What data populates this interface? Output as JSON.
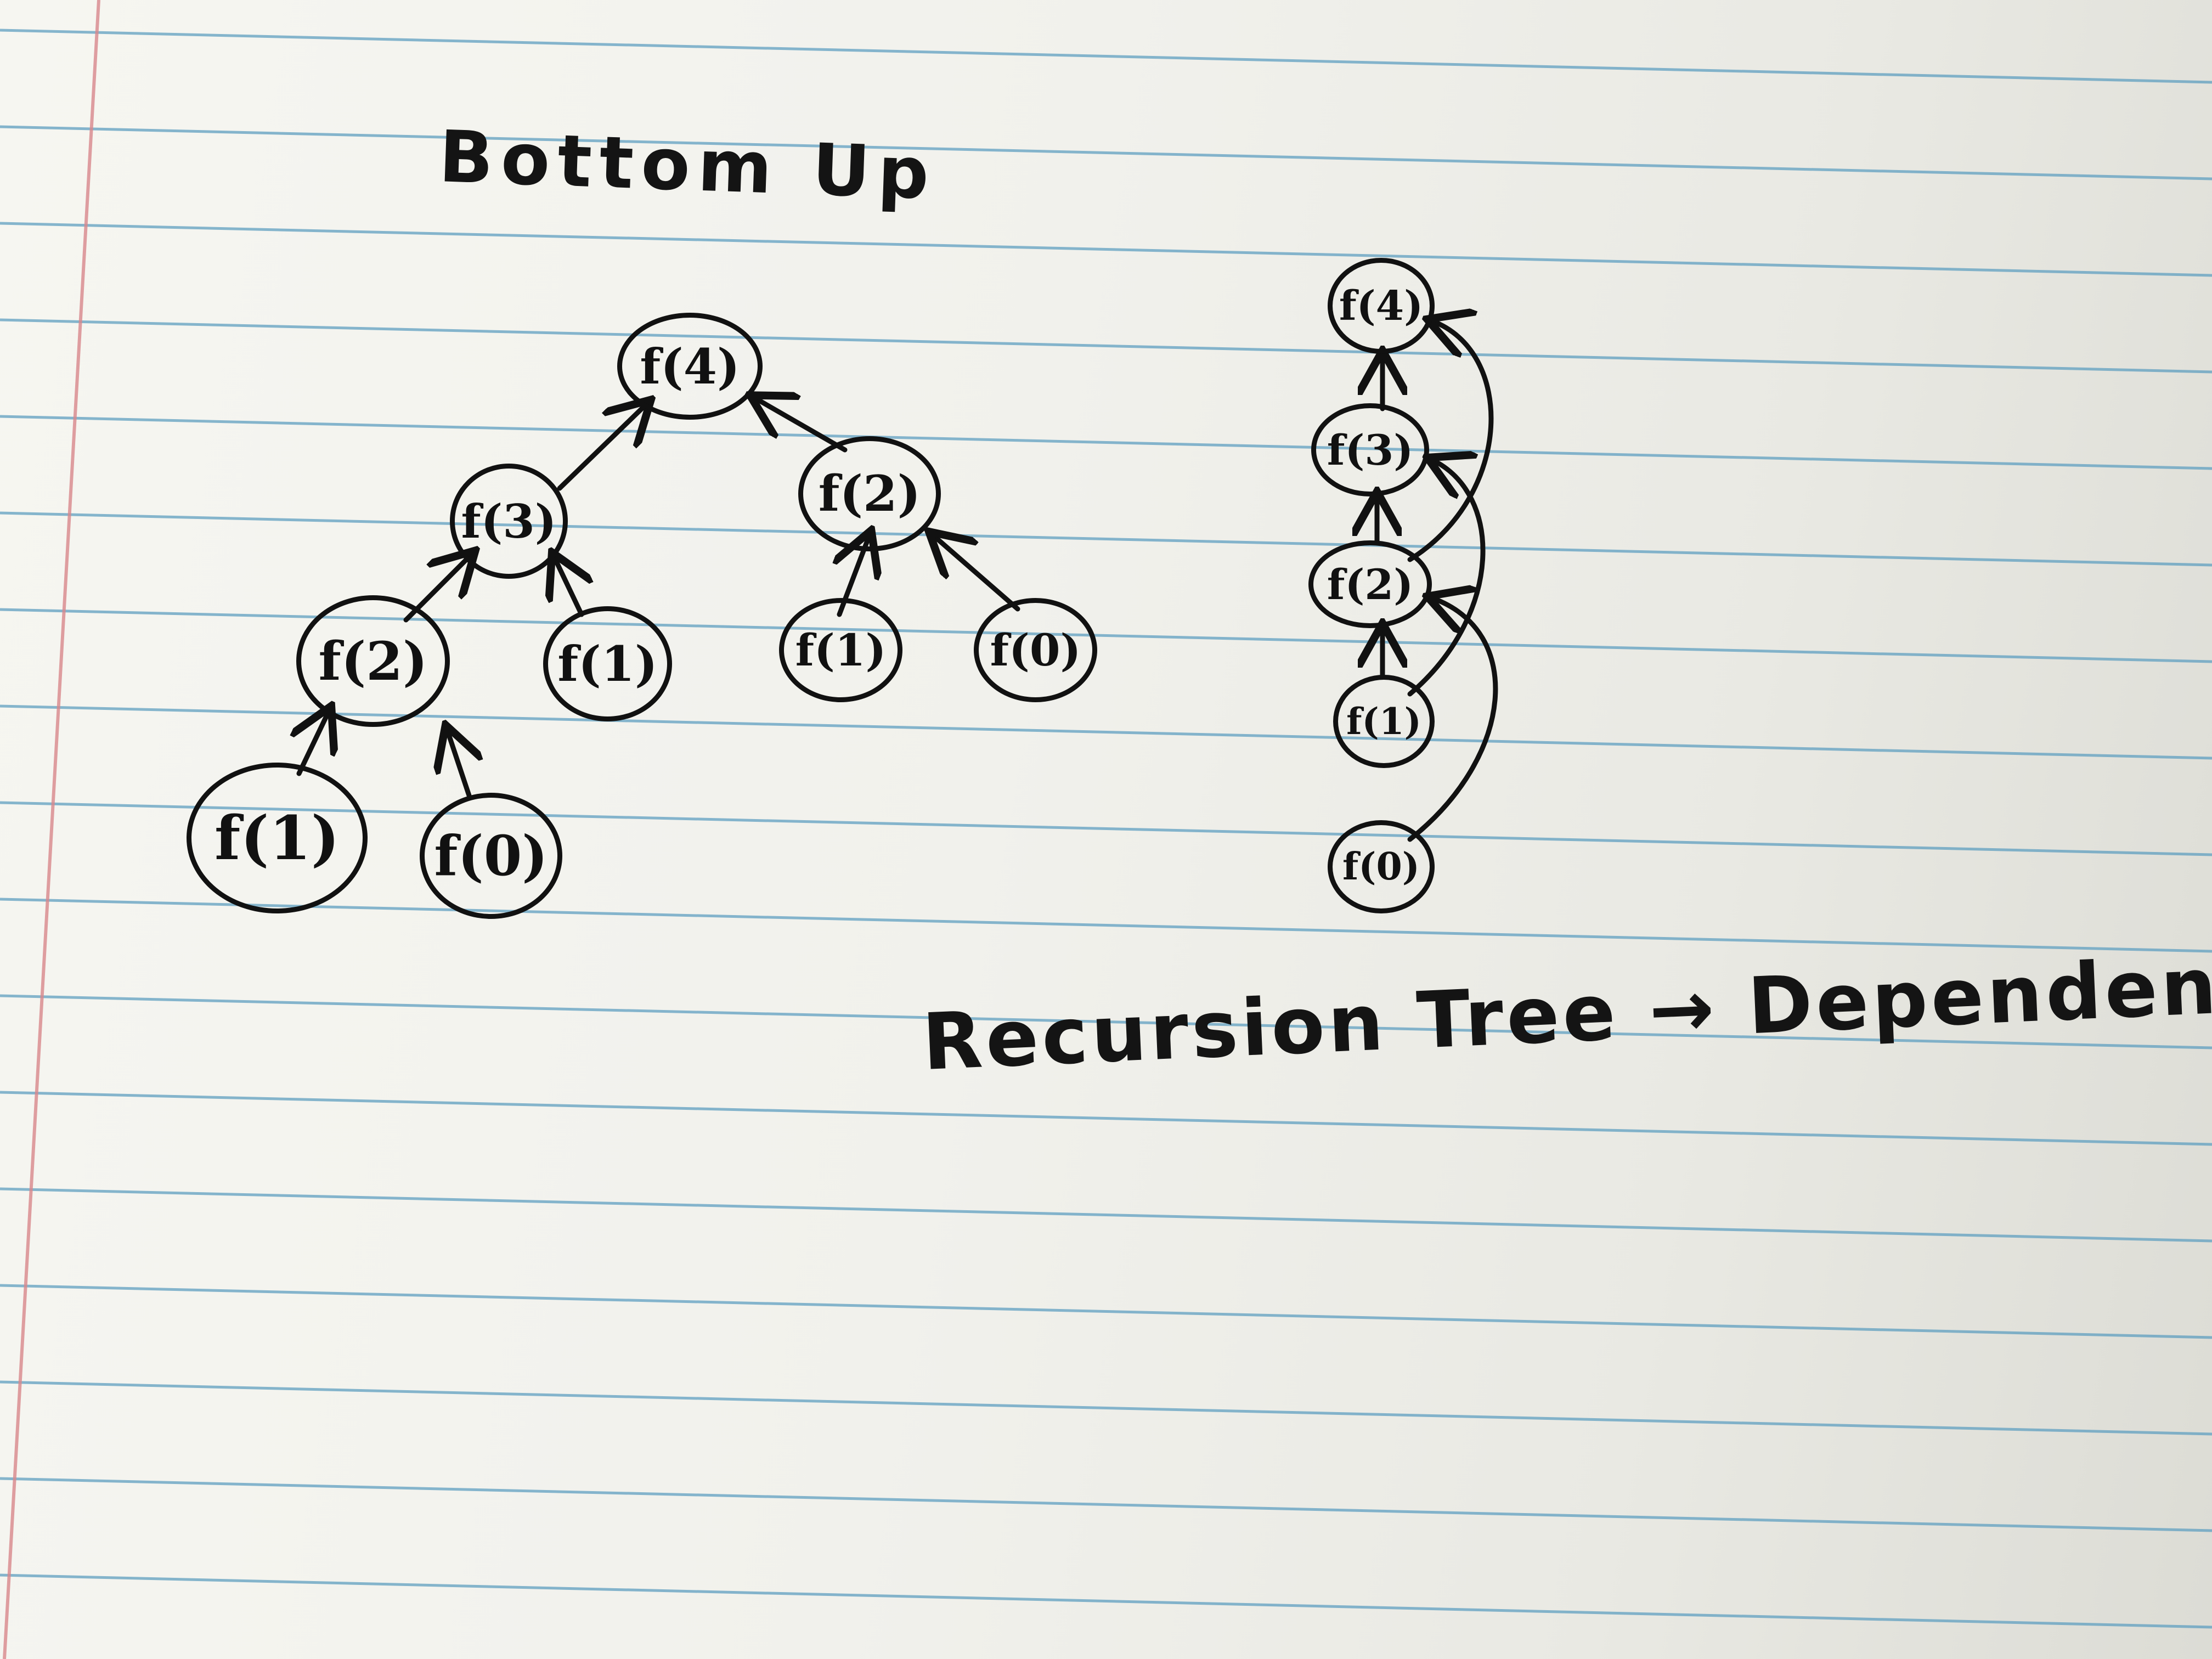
{
  "notes": {
    "title": "Bottom Up",
    "caption_left": "Recursion Tree",
    "caption_arrow": "→",
    "caption_right": "Dependency Graph"
  },
  "recursion_tree": {
    "root": "f(4)",
    "left": "f(3)",
    "right": "f(2)",
    "left_left": "f(2)",
    "left_right": "f(1)",
    "right_left": "f(1)",
    "right_right": "f(0)",
    "left_left_left": "f(1)",
    "left_left_right": "f(0)"
  },
  "dependency_graph": {
    "n4": "f(4)",
    "n3": "f(3)",
    "n2": "f(2)",
    "n1": "f(1)",
    "n0": "f(0)"
  },
  "colors": {
    "ink": "#111111",
    "paper": "#f4f4ef",
    "rule_blue": "#5f9fc0",
    "margin_red": "#d9888c"
  }
}
